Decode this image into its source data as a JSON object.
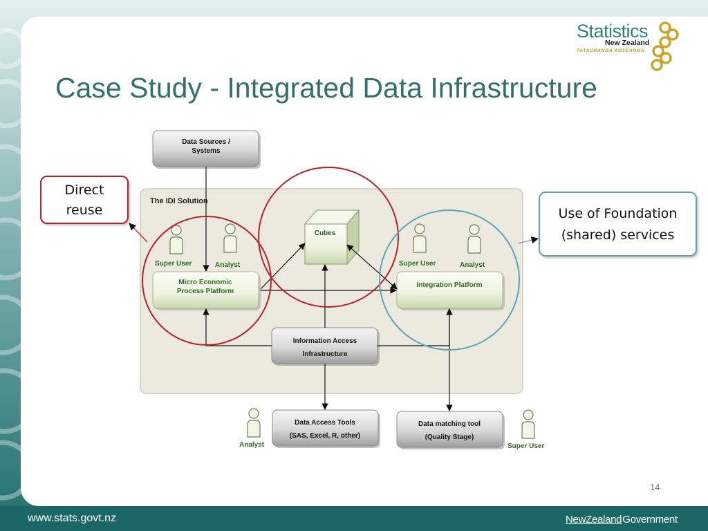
{
  "slide": {
    "title": "Case Study - Integrated Data Infrastructure",
    "page_number": "14"
  },
  "logo": {
    "main": "Statistics",
    "sub": "New Zealand",
    "maori": "TATAURANGA AOTEAROA"
  },
  "footer": {
    "url": "www.stats.govt.nz",
    "gov_nz": "NewZealand",
    "gov_word": "Government"
  },
  "callouts": {
    "direct_reuse": [
      "Direct",
      "reuse"
    ],
    "foundation": [
      "Use of Foundation",
      "(shared) services"
    ]
  },
  "diagram": {
    "container_label": "The IDI Solution",
    "data_sources": [
      "Data Sources /",
      "Systems"
    ],
    "cubes": "Cubes",
    "micro_economic": [
      "Micro Economic",
      "Process Platform"
    ],
    "integration": "Integration Platform",
    "info_access": [
      "Information Access",
      "Infrastructure"
    ],
    "data_access_tools": [
      "Data Access Tools",
      "(SAS, Excel, R, other)"
    ],
    "data_matching": [
      "Data matching tool",
      "(Quality Stage)"
    ],
    "users": {
      "left_super": "Super User",
      "left_analyst": "Analyst",
      "right_super": "Super User",
      "right_analyst": "Analyst",
      "bottom_analyst": "Analyst",
      "bottom_super": "Super User"
    }
  },
  "colors": {
    "title": "#31706b",
    "brand_teal": "#1f6f6d",
    "red_ring": "#b8202a",
    "teal_ring": "#5aa7b3",
    "green_box": "#edf3df",
    "gray_box": "#c8c8c8"
  }
}
